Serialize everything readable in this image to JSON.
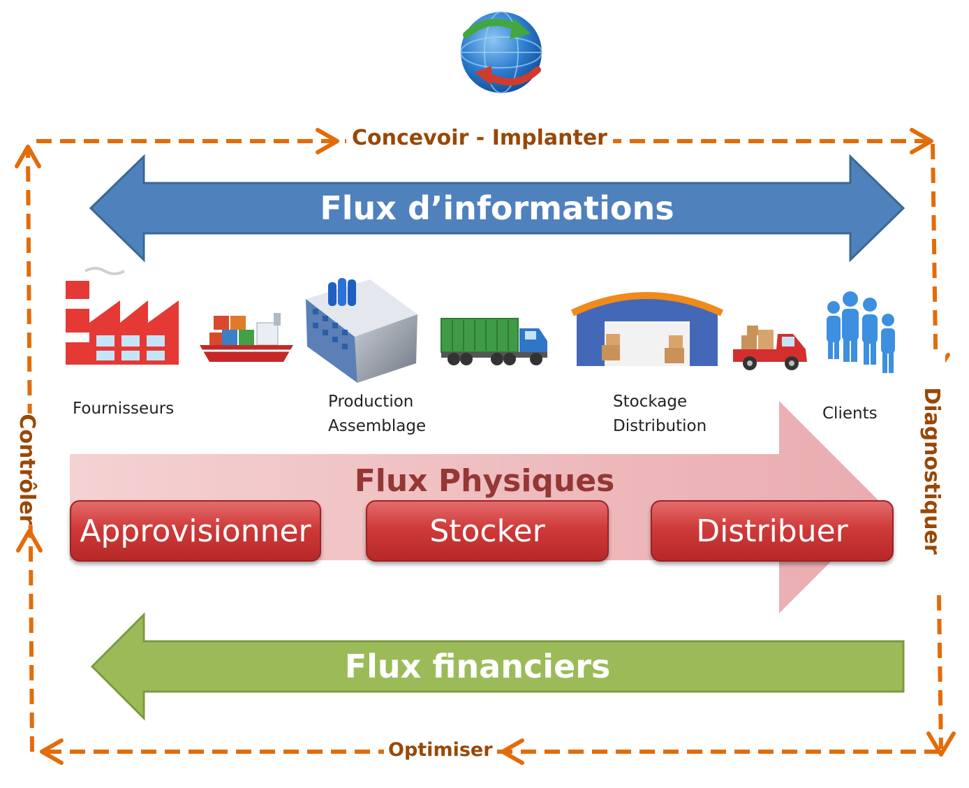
{
  "cycle": {
    "top": "Concevoir - Implanter",
    "right": "Diagnostiquer",
    "bottom": "Optimiser",
    "left": "Contrôler",
    "color": "#E36C0A",
    "text_color": "#984807"
  },
  "flows": {
    "information": {
      "label": "Flux d’informations",
      "color": "#4F81BD",
      "direction": "both"
    },
    "physical": {
      "label": "Flux Physiques",
      "color": "#F2C9CB",
      "text_color": "#953735",
      "direction": "right"
    },
    "financial": {
      "label": "Flux financiers",
      "color": "#9BBB59",
      "direction": "left"
    }
  },
  "stages": [
    {
      "name": "Fournisseurs",
      "lines": [
        "Fournisseurs"
      ],
      "icon": "factory-icon"
    },
    {
      "name": "Transport maritime",
      "lines": [],
      "icon": "cargo-ship-icon"
    },
    {
      "name": "Production Assemblage",
      "lines": [
        "Production",
        "Assemblage"
      ],
      "icon": "production-building-icon"
    },
    {
      "name": "Transport routier",
      "lines": [],
      "icon": "container-truck-icon"
    },
    {
      "name": "Stockage Distribution",
      "lines": [
        "Stockage",
        "Distribution"
      ],
      "icon": "warehouse-icon"
    },
    {
      "name": "Livraison",
      "lines": [],
      "icon": "delivery-pickup-icon"
    },
    {
      "name": "Clients",
      "lines": [
        "Clients"
      ],
      "icon": "people-group-icon"
    }
  ],
  "processes": [
    "Approvisionner",
    "Stocker",
    "Distribuer"
  ],
  "logo": {
    "icon": "globe-exchange-icon"
  }
}
